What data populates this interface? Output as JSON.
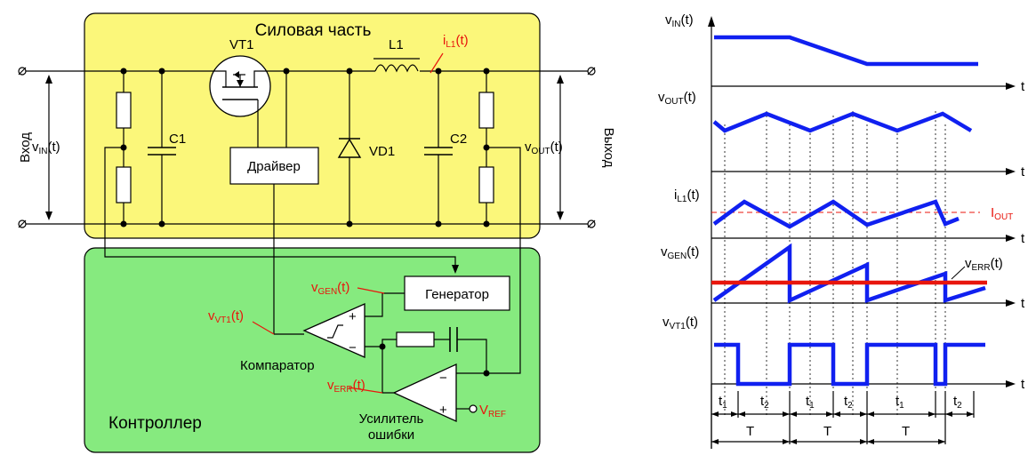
{
  "circuit": {
    "power_title": "Силовая часть",
    "controller_title": "Контроллер",
    "input_label": "Вход",
    "output_label": "Выход",
    "vin": {
      "base": "v",
      "sub": "IN",
      "tail": "(t)"
    },
    "vout": {
      "base": "v",
      "sub": "OUT",
      "tail": "(t)"
    },
    "vt1": "VT1",
    "l1": "L1",
    "il1": {
      "base": "i",
      "sub": "L1",
      "tail": "(t)"
    },
    "c1": "C1",
    "c2": "C2",
    "vd1": "VD1",
    "driver": "Драйвер",
    "generator": "Генератор",
    "comparator": "Компаратор",
    "amplifier_line1": "Усилитель",
    "amplifier_line2": "ошибки",
    "vgen": {
      "base": "v",
      "sub": "GEN",
      "tail": "(t)"
    },
    "vvt1": {
      "base": "v",
      "sub": "VT1",
      "tail": "(t)"
    },
    "verr": {
      "base": "v",
      "sub": "ERR",
      "tail": "(t)"
    },
    "vref": {
      "base": "V",
      "sub": "REF",
      "tail": ""
    },
    "plus": "+",
    "minus": "−"
  },
  "timing": {
    "t_axis": "t",
    "vin": {
      "base": "v",
      "sub": "IN",
      "tail": "(t)"
    },
    "vout": {
      "base": "v",
      "sub": "OUT",
      "tail": "(t)"
    },
    "il1": {
      "base": "i",
      "sub": "L1",
      "tail": "(t)"
    },
    "iout": {
      "base": "I",
      "sub": "OUT",
      "tail": ""
    },
    "vgen": {
      "base": "v",
      "sub": "GEN",
      "tail": "(t)"
    },
    "verr": {
      "base": "v",
      "sub": "ERR",
      "tail": "(t)"
    },
    "vvt1": {
      "base": "v",
      "sub": "VT1",
      "tail": "(t)"
    },
    "t1": {
      "base": "t",
      "sub": "1",
      "tail": ""
    },
    "t2": {
      "base": "t",
      "sub": "2",
      "tail": ""
    },
    "T": "T"
  },
  "colors": {
    "power_bg": "#fbf77a",
    "controller_bg": "#86ea7f",
    "waveform": "#1020f0",
    "highlight": "#e8160d"
  }
}
